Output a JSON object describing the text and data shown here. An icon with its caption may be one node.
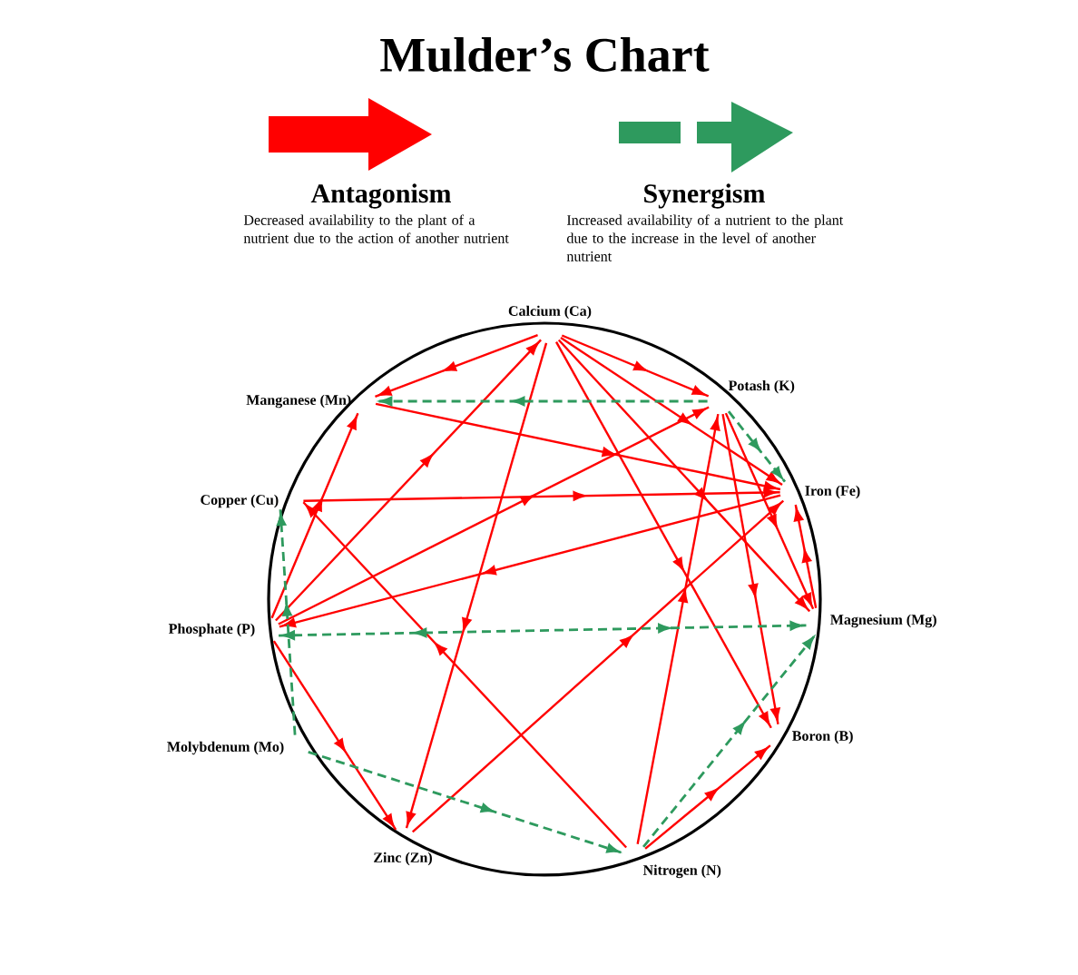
{
  "diagram": {
    "title": "Mulder’s Chart",
    "nodes": [
      {
        "text": [
          "Calcium (Ca)"
        ]
      },
      {
        "text": [
          "Potash (K)"
        ]
      },
      {
        "text": [
          "Iron (Fe)"
        ]
      },
      {
        "text": [
          "Magnesium (Mg)"
        ]
      },
      {
        "text": [
          "Boron (B)"
        ]
      },
      {
        "text": [
          "Nitrogen (N)"
        ]
      },
      {
        "text": [
          "Zinc (Zn)"
        ]
      },
      {
        "text": [
          "Molybdenum (Mo)"
        ]
      },
      {
        "text": [
          "Phosphate (P)"
        ]
      },
      {
        "text": [
          "Copper (Cu)"
        ]
      },
      {
        "text": [
          "Manganese (Mn)"
        ]
      }
    ],
    "edges": [
      {
        "from": 0,
        "to": 10,
        "arrow": "to"
      },
      {
        "from": 0,
        "to": 1,
        "arrow": "to"
      },
      {
        "from": 0,
        "to": 2,
        "arrow": "to"
      },
      {
        "from": 0,
        "to": 3,
        "arrow": "to"
      },
      {
        "from": 0,
        "to": 4,
        "arrow": "to"
      },
      {
        "from": 0,
        "to": 6,
        "arrow": "to"
      },
      {
        "from": 8,
        "to": 0,
        "arrow": "to"
      },
      {
        "from": 10,
        "to": 2,
        "arrow": "to"
      },
      {
        "from": 8,
        "to": 10,
        "arrow": "to"
      },
      {
        "from": 9,
        "to": 2,
        "arrow": "to"
      },
      {
        "from": 8,
        "to": 1,
        "arrow": "to"
      },
      {
        "from": 2,
        "to": 8,
        "arrow": "to"
      },
      {
        "from": 5,
        "to": 9,
        "arrow": "to"
      },
      {
        "from": 8,
        "to": 6,
        "arrow": "to"
      },
      {
        "from": 6,
        "to": 2,
        "arrow": "to"
      },
      {
        "from": 5,
        "to": 1,
        "arrow": "to"
      },
      {
        "from": 5,
        "to": 4,
        "arrow": "to"
      },
      {
        "from": 3,
        "to": 2,
        "arrow": "to"
      },
      {
        "from": 1,
        "to": 4,
        "arrow": "to"
      },
      {
        "from": 1,
        "to": 3,
        "arrow": "to"
      },
      {
        "from": 1,
        "to": 10,
        "arrow": "to",
        "style": "dashed",
        "color": "#2e9a5e"
      },
      {
        "from": 1,
        "to": 2,
        "arrow": "to",
        "style": "dashed",
        "color": "#2e9a5e"
      },
      {
        "from": 8,
        "to": 3,
        "arrow": "both",
        "style": "dashed",
        "color": "#2e9a5e"
      },
      {
        "from": 7,
        "to": 9,
        "arrow": "to",
        "style": "dashed",
        "color": "#2e9a5e"
      },
      {
        "from": 7,
        "to": 5,
        "arrow": "to",
        "style": "dashed",
        "color": "#2e9a5e"
      },
      {
        "from": 5,
        "to": 3,
        "arrow": "to",
        "style": "dashed",
        "color": "#2e9a5e"
      }
    ],
    "labels": [
      "Decreased availability to the plant  of a nutrient due to the action of another nutrient",
      "Increased availability  of a nutrient to the plant due to the increase in the level of another nutrient"
    ],
    "legend": [
      {
        "text": "Antagonism"
      },
      {
        "text": "Synergism"
      }
    ]
  }
}
